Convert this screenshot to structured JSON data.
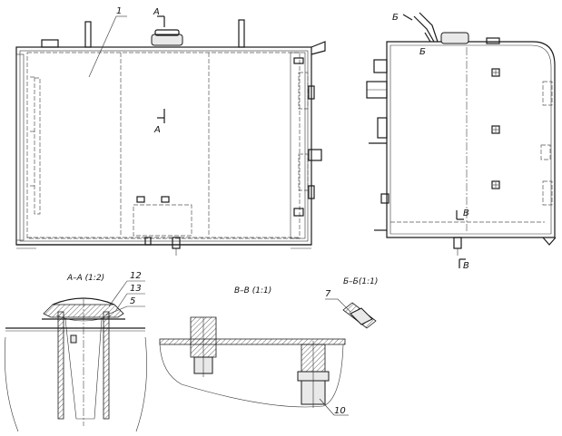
{
  "labels": {
    "part_1": "1",
    "part_5": "5",
    "part_7": "7",
    "part_10": "10",
    "part_12": "12",
    "part_13": "13",
    "cut_a_top": "А",
    "cut_a_mid": "А",
    "cut_b_top": "Б",
    "cut_b_top2": "Б",
    "cut_v_top": "В",
    "cut_v_bottom": "В"
  },
  "sections": {
    "a_a": "А–А (1:2)",
    "v_v": "В–В (1:1)",
    "b_b": "Б–Б(1:1)"
  }
}
